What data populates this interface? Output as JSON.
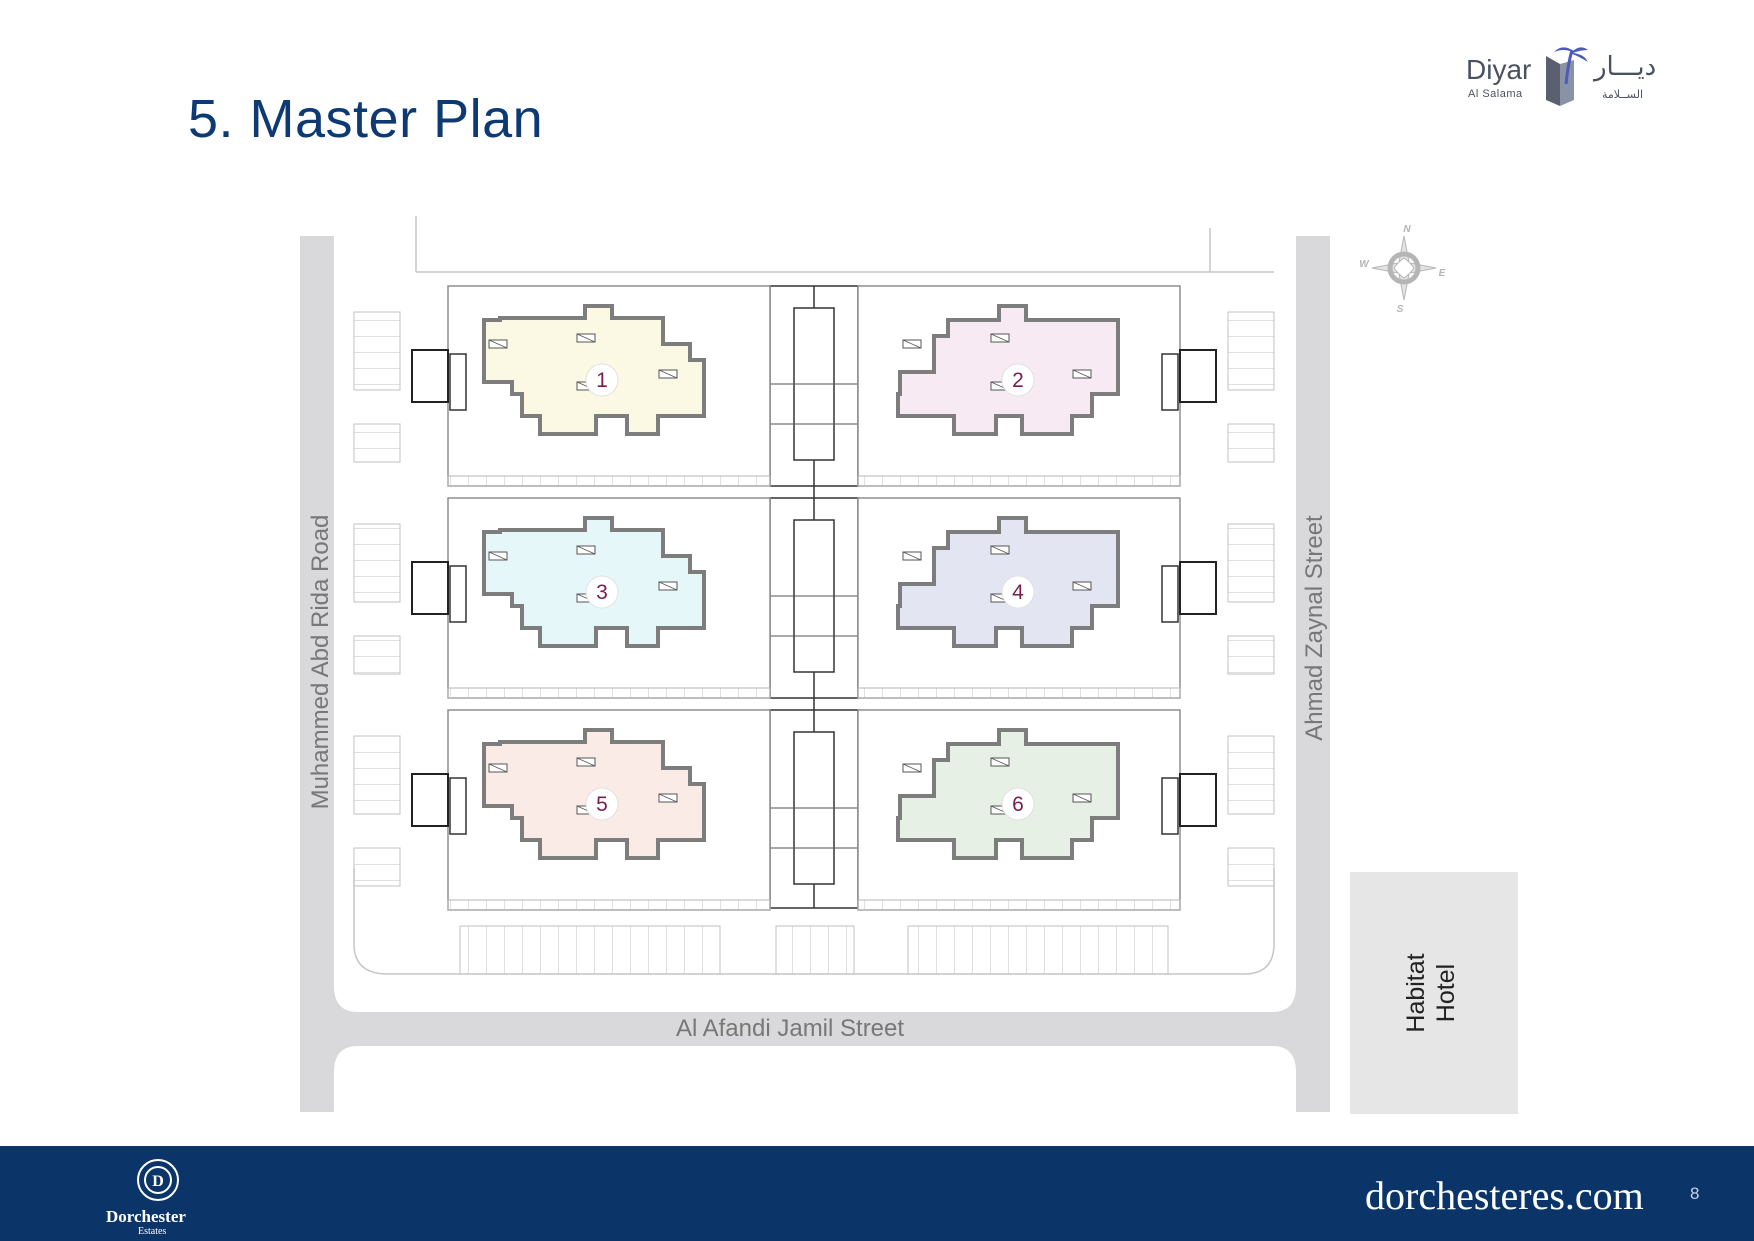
{
  "header": {
    "title": "5.  Master Plan"
  },
  "logo": {
    "name_en": "Diyar",
    "sub_en": "Al Salama",
    "name_ar": "ديـــار",
    "sub_ar": "الســلامة"
  },
  "plan": {
    "streets": {
      "west": "Muhammed Abd Rida Road",
      "east": "Ahmad Zaynal Street",
      "south": "Al Afandi Jamil Street"
    },
    "hotel_line1": "Habitat",
    "hotel_line2": "Hotel",
    "compass": {
      "n": "N",
      "e": "E",
      "s": "S",
      "w": "W"
    },
    "buildings": [
      {
        "number": "1",
        "fill": "#fbf9e3"
      },
      {
        "number": "2",
        "fill": "#f8eaf3"
      },
      {
        "number": "3",
        "fill": "#e6f7fa"
      },
      {
        "number": "4",
        "fill": "#e3e6f2"
      },
      {
        "number": "5",
        "fill": "#fbebe6"
      },
      {
        "number": "6",
        "fill": "#e6f0e4"
      }
    ]
  },
  "footer": {
    "website": "dorchesteres.com",
    "page_number": "8",
    "brand_name": "Dorchester",
    "brand_sub": "Estates",
    "bg_color": "#0b3569"
  }
}
